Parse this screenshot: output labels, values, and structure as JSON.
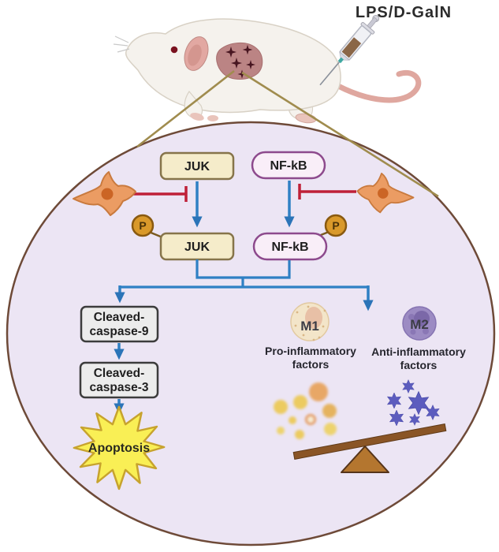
{
  "injection": {
    "label": "LPS/D-GalN"
  },
  "pathway": {
    "juk": {
      "inactive_label": "JUK",
      "active_label": "JUK"
    },
    "nfkb": {
      "inactive_label": "NF-kB",
      "active_label": "NF-kB"
    },
    "phospho_label": "P",
    "caspase9": {
      "line1": "Cleaved-",
      "line2": "caspase-9"
    },
    "caspase3": {
      "line1": "Cleaved-",
      "line2": "caspase-3"
    },
    "apoptosis_label": "Apoptosis"
  },
  "macrophages": {
    "m1": {
      "label": "M1",
      "caption_line1": "Pro-inflammatory",
      "caption_line2": "factors"
    },
    "m2": {
      "label": "M2",
      "caption_line1": "Anti-inflammatory",
      "caption_line2": "factors"
    }
  },
  "colors": {
    "cytoplasm": "#ece5f4",
    "membrane_border": "#6e4a38",
    "pathway_arrow": "#2f80c4",
    "inhibition_bar": "#bf2038",
    "phospho_badge": "#d9992a",
    "juk_box_fill": "#f5ecca",
    "juk_box_border": "#86744a",
    "nfkb_pill_fill": "#f9eef8",
    "nfkb_pill_border": "#8d4a8d",
    "caspase_box_fill": "#ececec",
    "apoptosis_star": "#f9ef55",
    "m1_cell": "#f3e5c9",
    "m2_cell": "#9c8bc3",
    "stellate_cell": "#eb9c63",
    "seesaw_wood": "#8a5526",
    "pro_dots": "#eccb60",
    "anti_stars": "#5c5cbe",
    "liver_patch": "#bb8484"
  }
}
